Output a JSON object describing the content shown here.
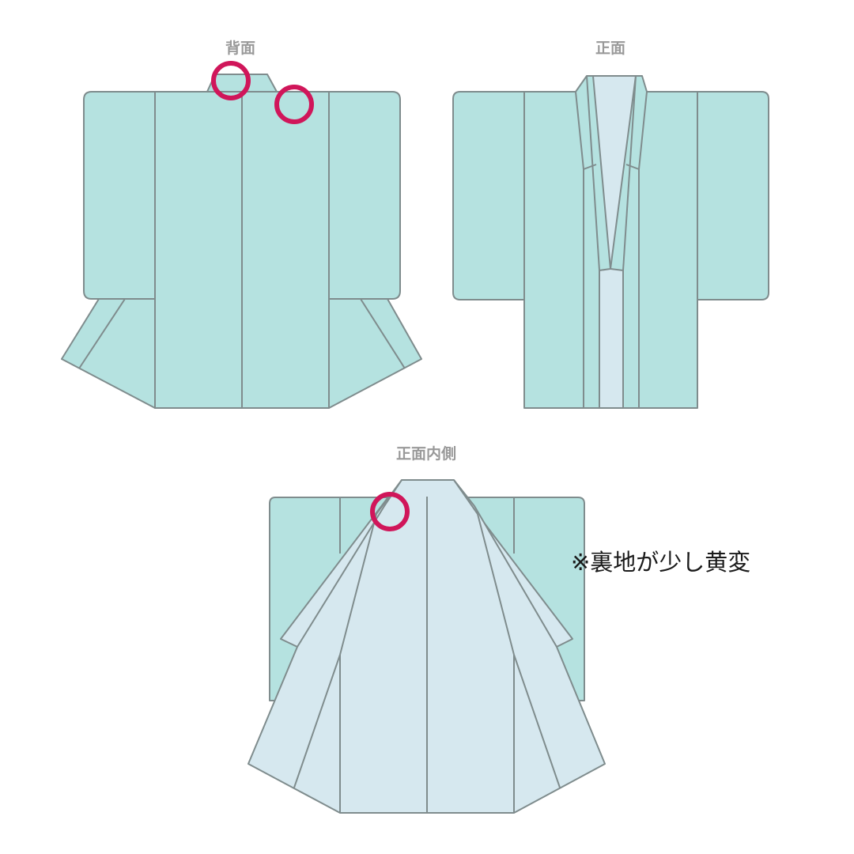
{
  "views": {
    "back": {
      "title": "背面"
    },
    "front": {
      "title": "正面"
    },
    "front_inside": {
      "title": "正面内側"
    }
  },
  "note": "※裏地が少し黄変",
  "colors": {
    "outer_fabric": "#b5e2e0",
    "lining": "#d6e8ef",
    "outline": "#7f8c8d",
    "marker": "#d0165a",
    "title_text": "#999999"
  },
  "markers": [
    {
      "view": "back",
      "label": ""
    },
    {
      "view": "back",
      "label": ""
    },
    {
      "view": "front_inside",
      "label": ""
    }
  ]
}
